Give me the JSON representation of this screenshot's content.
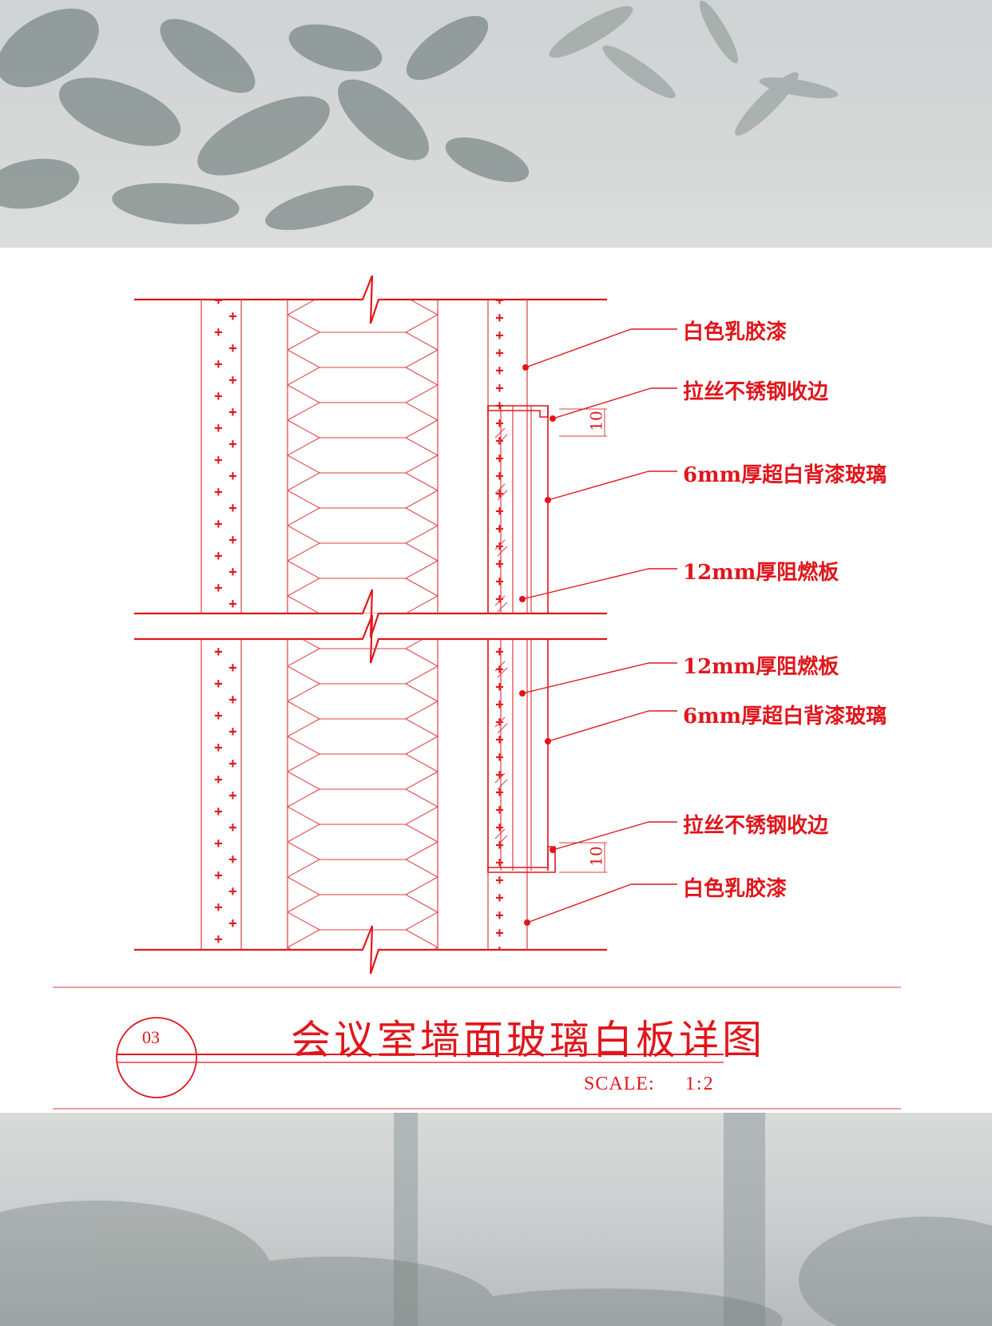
{
  "colors": {
    "line": "#e0161c",
    "thin_line": "#e03c40",
    "band_leaf": "#5f6f6b"
  },
  "callouts": [
    {
      "text": "白色乳胶漆"
    },
    {
      "text": "拉丝不锈钢收边"
    },
    {
      "text": "6mm厚超白背漆玻璃"
    },
    {
      "text": "12mm厚阻燃板"
    },
    {
      "text": "12mm厚阻燃板"
    },
    {
      "text": "6mm厚超白背漆玻璃"
    },
    {
      "text": "拉丝不锈钢收边"
    },
    {
      "text": "白色乳胶漆"
    }
  ],
  "dimensions": [
    {
      "text": "10"
    },
    {
      "text": "10"
    }
  ],
  "title_block": {
    "number": "03",
    "title": "会议室墙面玻璃白板详图",
    "scale_label": "SCALE:",
    "scale_value": "1:2"
  }
}
